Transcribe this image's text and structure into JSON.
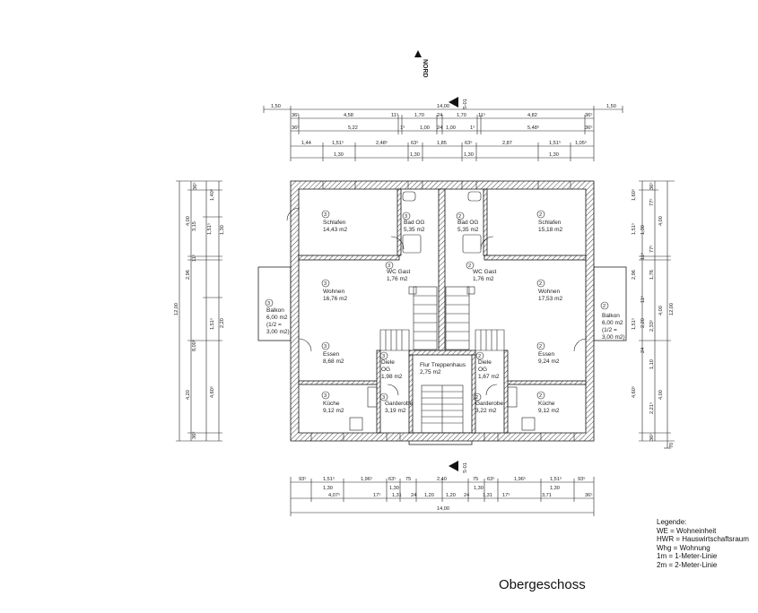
{
  "north": "NORD",
  "section_top": "S-01",
  "section_bottom": "S-01",
  "rooms": [
    {
      "id": "schlafen-3",
      "num": "3",
      "name": "Schlafen",
      "area": "14,43 m2"
    },
    {
      "id": "bad-3",
      "num": "3",
      "name": "Bad OG",
      "area": "5,35 m2"
    },
    {
      "id": "bad-2",
      "num": "2",
      "name": "Bad OG",
      "area": "5,35 m2"
    },
    {
      "id": "schlafen-2",
      "num": "2",
      "name": "Schlafen",
      "area": "15,18 m2"
    },
    {
      "id": "wc-3",
      "num": "3",
      "name": "WC Gast",
      "area": "1,76 m2"
    },
    {
      "id": "wc-2",
      "num": "2",
      "name": "WC Gast",
      "area": "1,76 m2"
    },
    {
      "id": "wohnen-3",
      "num": "3",
      "name": "Wohnen",
      "area": "16,76 m2"
    },
    {
      "id": "wohnen-2",
      "num": "2",
      "name": "Wohnen",
      "area": "17,53 m2"
    },
    {
      "id": "balkon-3",
      "num": "3",
      "name": "Balkon",
      "area": "6,00 m2",
      "extra1": "(1/2 =",
      "extra2": "3,00 m2)"
    },
    {
      "id": "balkon-2",
      "num": "2",
      "name": "Balkon",
      "area": "6,00 m2",
      "extra1": "(1/2 =",
      "extra2": "3,00 m2)"
    },
    {
      "id": "essen-3",
      "num": "3",
      "name": "Essen",
      "area": "8,68 m2"
    },
    {
      "id": "essen-2",
      "num": "2",
      "name": "Essen",
      "area": "9,24 m2"
    },
    {
      "id": "diele-3",
      "num": "3",
      "name": "Diele",
      "name2": "OG",
      "area": "1,98 m2"
    },
    {
      "id": "diele-2",
      "num": "2",
      "name": "Diele",
      "name2": "OG",
      "area": "1,67 m2"
    },
    {
      "id": "flur",
      "name": "Flur Treppenhaus",
      "area": "2,75 m2"
    },
    {
      "id": "kueche-3",
      "num": "3",
      "name": "Küche",
      "area": "9,12 m2"
    },
    {
      "id": "kueche-2",
      "num": "2",
      "name": "Küche",
      "area": "9,12 m2"
    },
    {
      "id": "garderobe-3",
      "num": "3",
      "name": "Garderobe",
      "area": "3,19 m2"
    },
    {
      "id": "garderobe-2",
      "num": "2",
      "name": "Garderobe",
      "area": "3,22 m2"
    }
  ],
  "dims_top": {
    "row1": [
      "1,50",
      "14,00",
      "1,50"
    ],
    "row2": [
      "36⁵",
      "4,58",
      "11⁵",
      "1,70",
      "24",
      "1,70",
      "11⁵",
      "4,82",
      "36⁵"
    ],
    "row3": [
      "36⁵",
      "5,22",
      "1⁵",
      "1,00",
      "24",
      "1,00",
      "1⁵",
      "5,48⁵",
      "36⁵"
    ],
    "row4": [
      "1,44",
      "1,51⁵",
      "2,48⁵",
      "63⁵",
      "1,85",
      "63⁵",
      "2,87",
      "1,51⁵",
      "1,05⁵"
    ],
    "row5": [
      "1,30",
      "1,30",
      "1,30",
      "1,30"
    ]
  },
  "dims_bottom": {
    "row1": [
      "93⁵",
      "1,51⁵",
      "1,96⁵",
      "63⁵",
      "75",
      "2,40",
      "75",
      "63⁵",
      "1,96⁵",
      "1,51⁵",
      "93⁵"
    ],
    "row2": [
      "1,30",
      "1,30",
      "1,30",
      "1,30"
    ],
    "row3": [
      "4,07⁵",
      "17⁵",
      "1,31",
      "24",
      "1,20",
      "1,20",
      "24",
      "1,31",
      "17⁵",
      "3,71",
      "36⁵"
    ],
    "row4": [
      "14,00"
    ]
  },
  "dims_left": [
    "12,00",
    "8,00⁵",
    "4,00",
    "4,20",
    "2,96",
    "36⁵",
    "1,40⁵",
    "3,15",
    "1,51⁵",
    "11⁵",
    "1,51⁵",
    "4,60⁵",
    "1,30",
    "2,20",
    "36⁵"
  ],
  "dims_right": [
    "12,00",
    "36⁵",
    "1,60⁵",
    "77⁵",
    "1,30",
    "1,51⁵",
    "4,00",
    "11⁵",
    "77⁵",
    "2,96",
    "1,76",
    "11⁵",
    "1,51⁵",
    "2,20",
    "2,33⁵",
    "4,00",
    "1,10",
    "24",
    "4,60⁵",
    "2,21⁵",
    "4,00",
    "36⁵",
    "70"
  ],
  "legend": {
    "title": "Legende:",
    "items": [
      "WE = Wohneinheit",
      "HWR = Hauswirtschaftsraum",
      "Whg = Wohnung",
      "1m = 1-Meter-Linie",
      "2m = 2-Meter-Linie"
    ]
  },
  "sheet_title": "Obergeschoss"
}
